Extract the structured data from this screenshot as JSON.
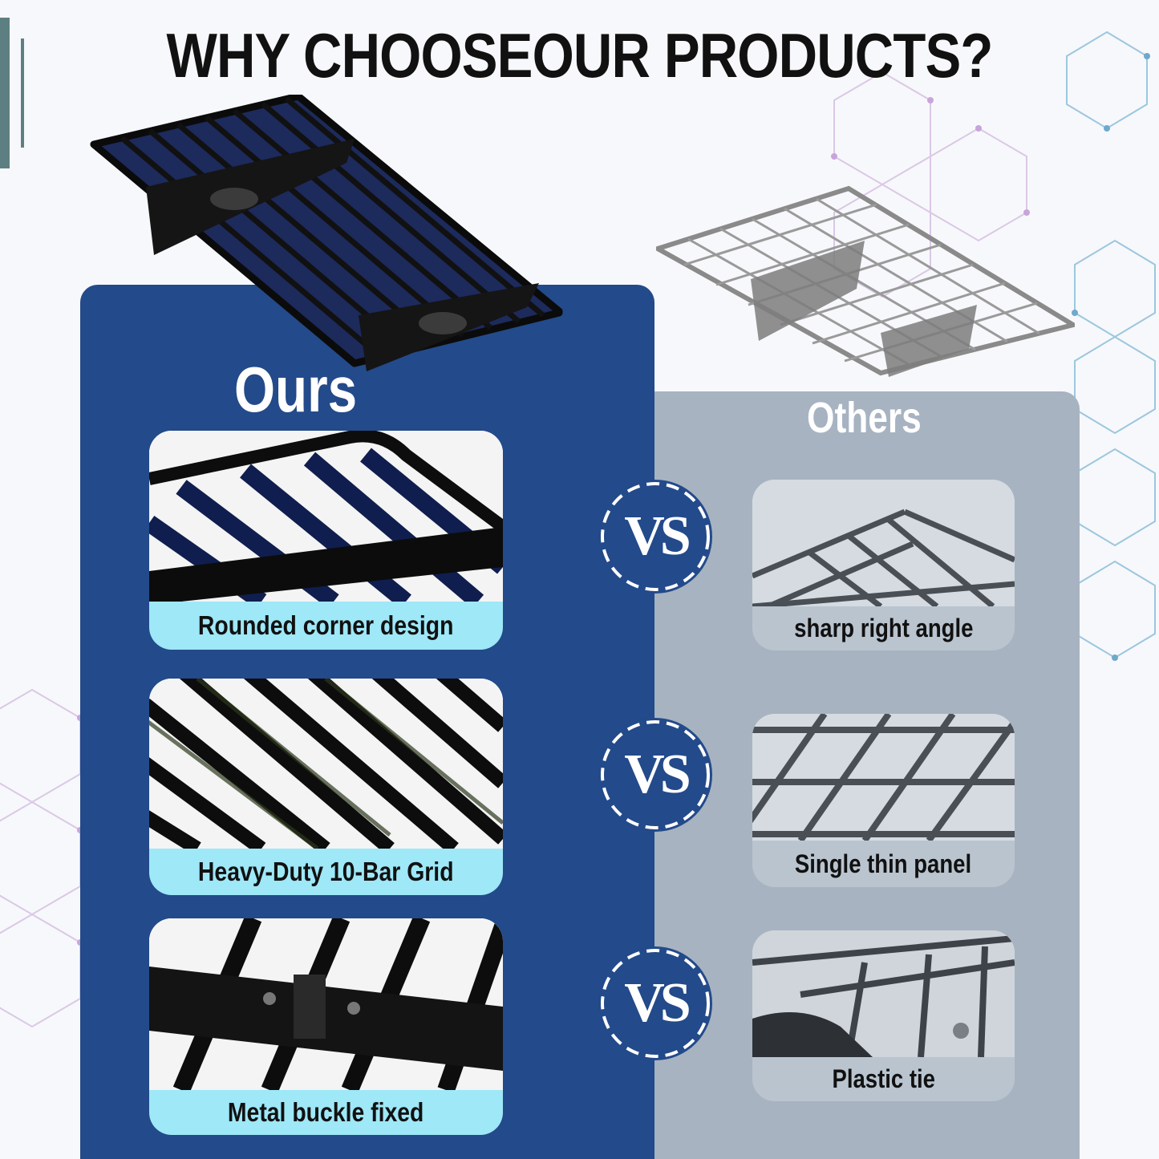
{
  "header": {
    "title": "WHY CHOOSEOUR PRODUCTS?"
  },
  "ours": {
    "title": "Ours",
    "features": [
      {
        "caption": "Rounded corner design"
      },
      {
        "caption": "Heavy-Duty 10-Bar Grid"
      },
      {
        "caption": "Metal buckle fixed"
      }
    ]
  },
  "others": {
    "title": "Others",
    "features": [
      {
        "caption": "sharp right angle"
      },
      {
        "caption": "Single thin panel"
      },
      {
        "caption": "Plastic tie"
      }
    ]
  },
  "vs_label": "VS",
  "colors": {
    "ours_panel": "#234a8a",
    "others_panel": "#a7b3c1",
    "caption_ours": "#9ee8f8",
    "accent": "#5d7f82"
  }
}
